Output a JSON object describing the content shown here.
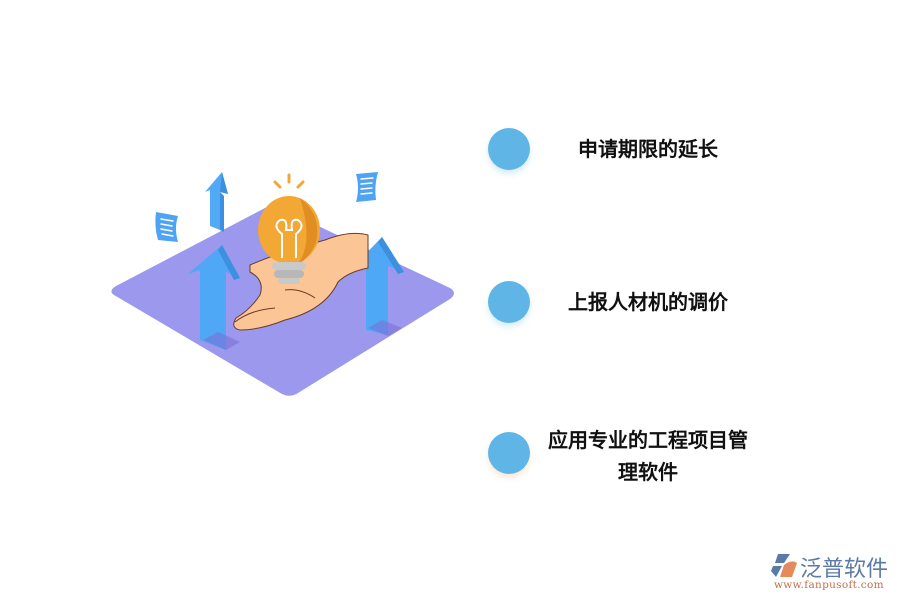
{
  "illustration": {
    "description": "isometric purple platform with blue up-arrows, a hand holding a lightbulb, and floating documents",
    "colors": {
      "platform": "#9b98ee",
      "arrow": "#52a9f5",
      "arrow_side": "#3d8fe0",
      "bulb": "#f3a735",
      "bulb_shade": "#e08d22",
      "bulb_base": "#c9c9c9",
      "hand": "#fcc596",
      "document": "#4fa3f3"
    }
  },
  "items": [
    {
      "label": "申请期限的延长",
      "dot_color": "#5fb6e6"
    },
    {
      "label": "上报人材机的调价",
      "dot_color": "#5fb6e6"
    },
    {
      "label": "应用专业的工程项目管理软件",
      "dot_color": "#5fb6e6"
    }
  ],
  "logo": {
    "name": "泛普软件",
    "url": "www.fanpusoft.com",
    "icon": "fanpu-logo-icon"
  }
}
